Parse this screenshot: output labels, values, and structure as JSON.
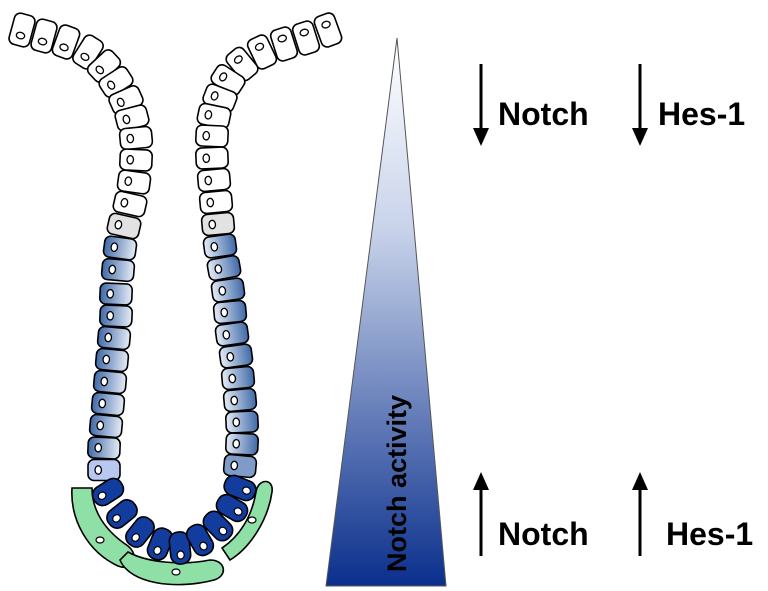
{
  "figure": {
    "gradient_label": "Notch activity",
    "top_row": {
      "gene_a": "Notch",
      "gene_b": "Hes-1",
      "direction": "down"
    },
    "bottom_row": {
      "gene_a": "Notch",
      "gene_b": "Hes-1",
      "direction": "up"
    }
  },
  "colors": {
    "gradient_dark": "#0a2f8c",
    "gradient_light": "#ffffff",
    "crypt_base_cell": "#123c9e",
    "transit_cell_blue": "#6d8fbf",
    "niche_cell": "#8fe0a6",
    "outline": "#000000"
  }
}
